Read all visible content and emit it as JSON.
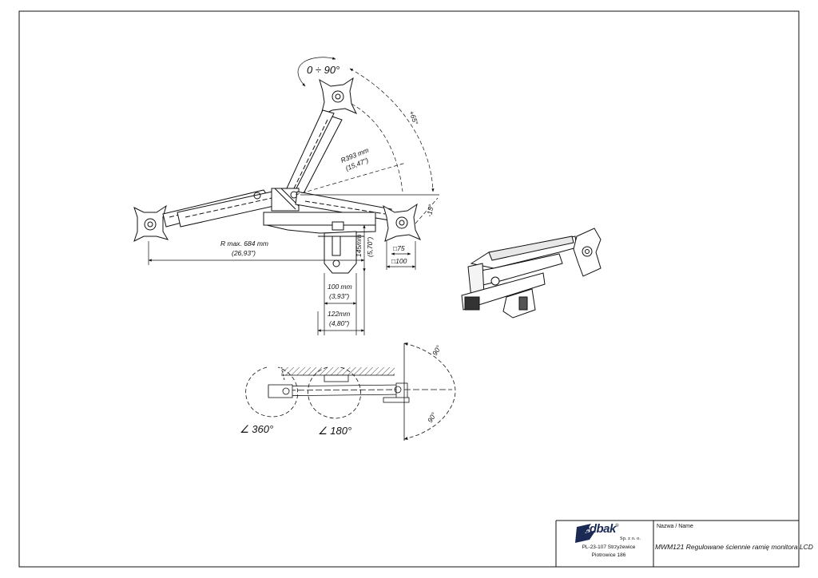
{
  "title_block": {
    "name_label": "Nazwa / Name",
    "product_title": "MWM121 Regulowane ściennie ramię monitora LCD",
    "company": {
      "logo": "edbak",
      "registered": "®",
      "suffix": "Sp. z o. o.",
      "address_line1": "PL-23-107 Strzyżewice",
      "address_line2": "Piotrowice 186"
    }
  },
  "dimensions": {
    "tilt": "0 ÷ 90°",
    "tilt_up": "+65°",
    "tilt_down": "-15°",
    "radius_mm": "R393 mm",
    "radius_in": "(15,47\")",
    "reach_mm": "R max. 684 mm",
    "reach_in": "(26,93\")",
    "height_mm": "145mm",
    "height_in": "(5,70\")",
    "vesa_small": "□75",
    "vesa_large": "□100",
    "clamp_mm": "100 mm",
    "clamp_in": "(3,93\")",
    "base_mm": "122mm",
    "base_in": "(4,80\")",
    "swivel_arm": "∠ 360°",
    "swivel_mid": "∠ 180°",
    "swivel_head_top": "90°",
    "swivel_head_bottom": "90°"
  }
}
